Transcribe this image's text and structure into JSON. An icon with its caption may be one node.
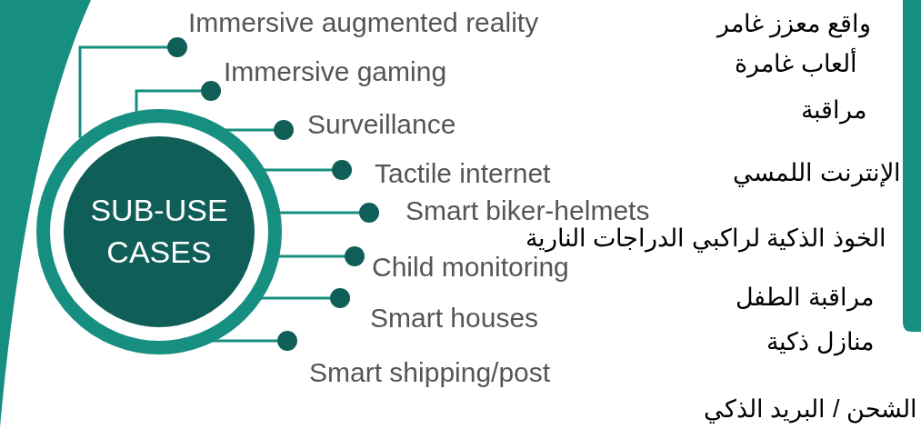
{
  "diagram": {
    "nodes": [
      {
        "text": [
          "SUB-USE CASES"
        ]
      },
      {
        "text": [],
        "shape": "circle",
        "beside": [
          "Immersive augmented reality"
        ]
      },
      {
        "text": [],
        "shape": "circle",
        "beside": [
          "Immersive gaming"
        ]
      },
      {
        "text": [],
        "shape": "circle",
        "beside": [
          "Surveillance"
        ]
      },
      {
        "text": [],
        "shape": "circle",
        "beside": [
          "Tactile internet"
        ]
      },
      {
        "text": [],
        "shape": "circle",
        "beside": [
          "Smart biker-helmets"
        ]
      },
      {
        "text": [],
        "shape": "circle",
        "beside": [
          "Child monitoring"
        ]
      },
      {
        "text": [],
        "shape": "circle",
        "beside": [
          "Smart houses"
        ]
      },
      {
        "text": [],
        "shape": "circle",
        "beside": [
          "Smart shipping/post"
        ]
      }
    ],
    "edges": [
      {
        "from": 0,
        "to": 1,
        "arrow": "none"
      },
      {
        "from": 0,
        "to": 2,
        "arrow": "none"
      },
      {
        "from": 0,
        "to": 3,
        "arrow": "none"
      },
      {
        "from": 0,
        "to": 4,
        "arrow": "none"
      },
      {
        "from": 0,
        "to": 5,
        "arrow": "none"
      },
      {
        "from": 0,
        "to": 6,
        "arrow": "none"
      },
      {
        "from": 0,
        "to": 7,
        "arrow": "none"
      },
      {
        "from": 0,
        "to": 8,
        "arrow": "none"
      }
    ],
    "labels": [
      "واقع معزز غامر",
      "ألعاب غامرة",
      "مراقبة",
      "الإنترنت اللمسي",
      "الخوذ الذكية لراكبي الدراجات النارية",
      "مراقبة الطفل",
      "منازل ذكية",
      "الشحن / البريد الذكي"
    ]
  }
}
